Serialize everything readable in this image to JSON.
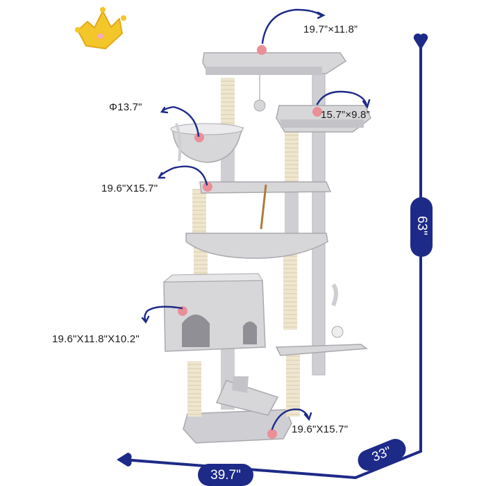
{
  "colors": {
    "accent_navy": "#1e2a88",
    "fur_light": "#d7d7da",
    "fur_shadow": "#a9a9ae",
    "sisal": "#efe6cf",
    "paw_pink": "#ea8e98",
    "crown_gold": "#f3c629"
  },
  "icons": [
    "crown-icon",
    "paw-print-icon",
    "curved-arrow-icon",
    "heart-end-icon"
  ],
  "dimensions": {
    "top_perch": "19.7”×11.8”",
    "side_perch": "15.7”×9.8”",
    "basket": "Φ13.7\"",
    "mid_platform": "19.6\"X15.7\"",
    "condo": "19.6\"X11.8\"X10.2\"",
    "base": "19.6\"X15.7\""
  },
  "overall": {
    "height": "63\"",
    "width": "39.7\"",
    "depth": "33\""
  }
}
